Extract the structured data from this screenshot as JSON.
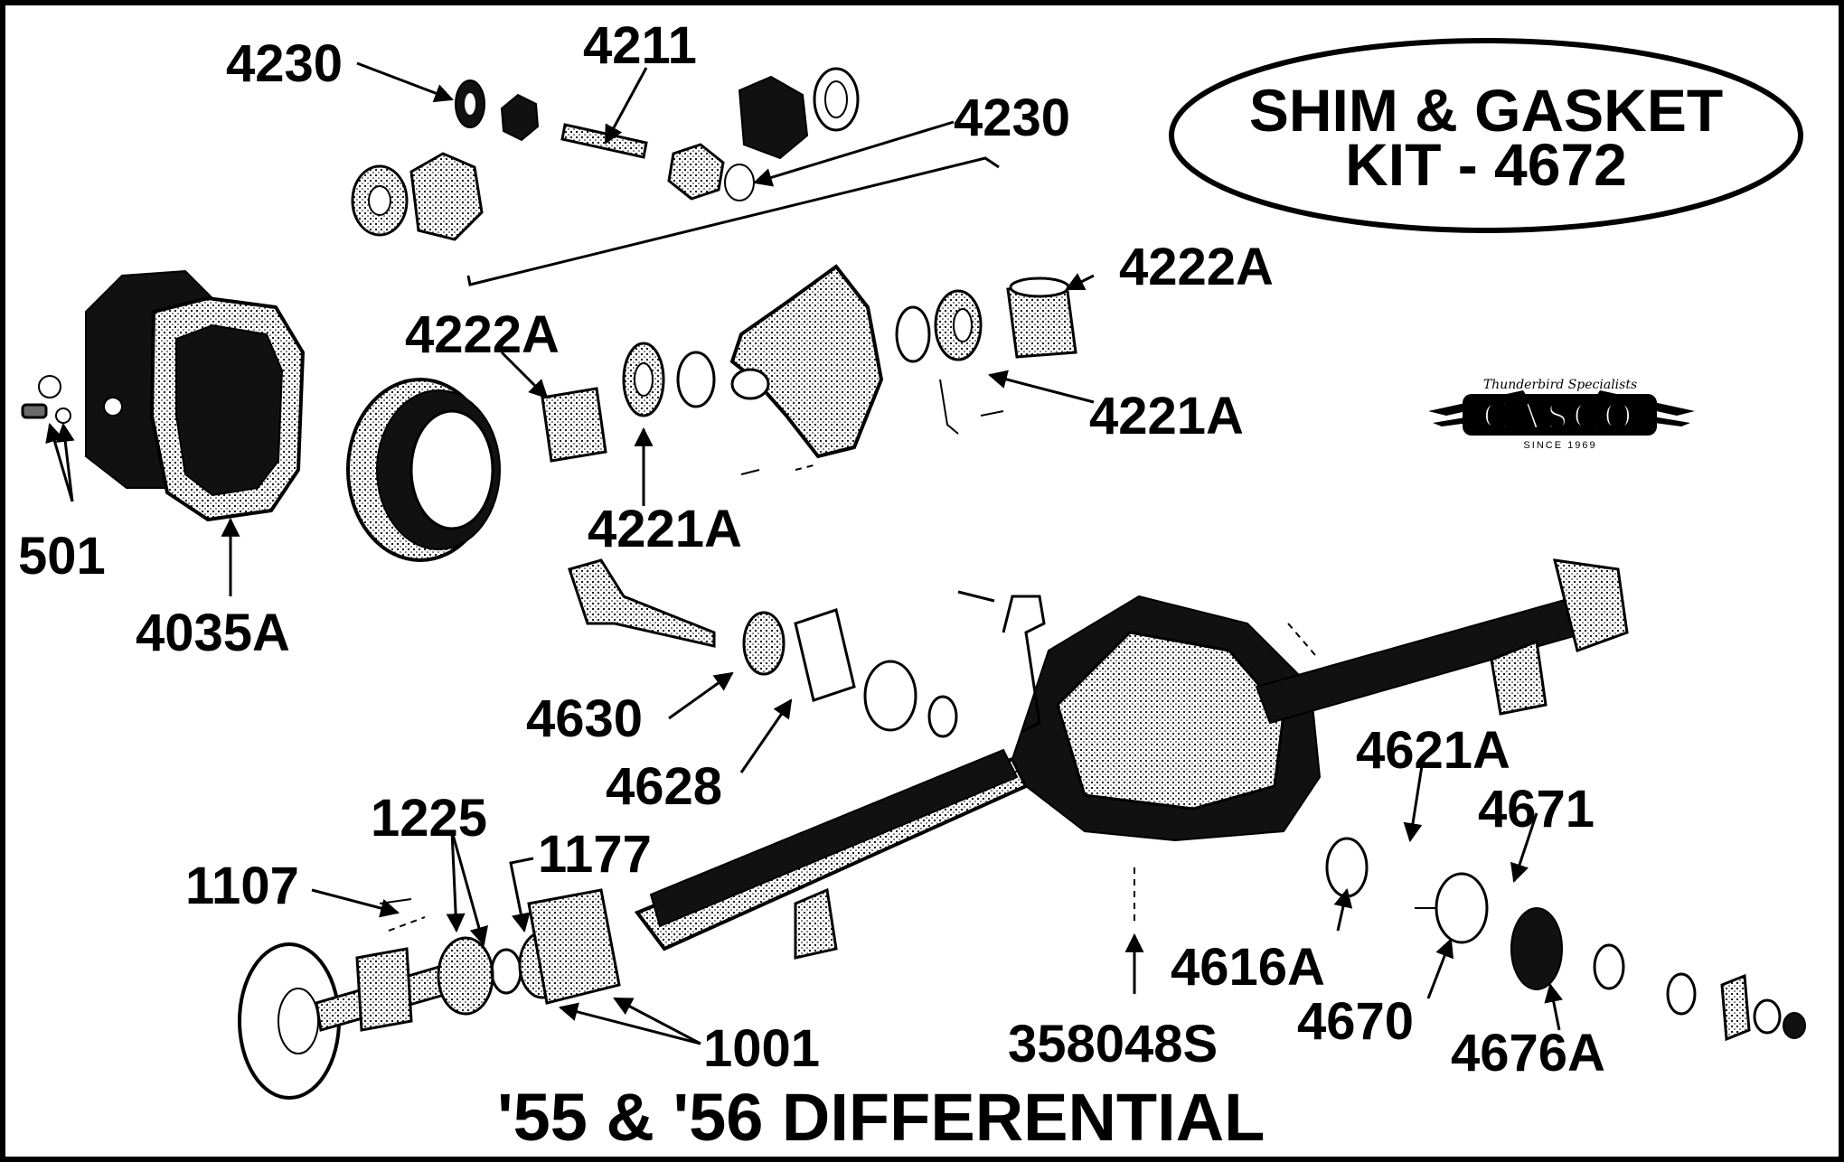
{
  "title": "'55 & '56 DIFFERENTIAL",
  "kit": {
    "line1": "SHIM & GASKET",
    "line2": "KIT - 4672"
  },
  "logo": {
    "script": "Thunderbird Specialists",
    "name": "CASCO",
    "since": "SINCE 1969"
  },
  "labels": {
    "p4230_top": "4230",
    "p4211": "4211",
    "p4230_right": "4230",
    "p4222A_right": "4222A",
    "p4222A_left": "4222A",
    "p4221A_right": "4221A",
    "p4221A_bottom": "4221A",
    "p501": "501",
    "p4035A": "4035A",
    "p4630": "4630",
    "p4628": "4628",
    "p4621A": "4621A",
    "p4671": "4671",
    "p1225": "1225",
    "p1177": "1177",
    "p1107": "1107",
    "p4616A": "4616A",
    "p4670": "4670",
    "p4676A": "4676A",
    "p358048S": "358048S",
    "p1001": "1001"
  },
  "colors": {
    "ink": "#000000",
    "paper": "#ffffff"
  }
}
